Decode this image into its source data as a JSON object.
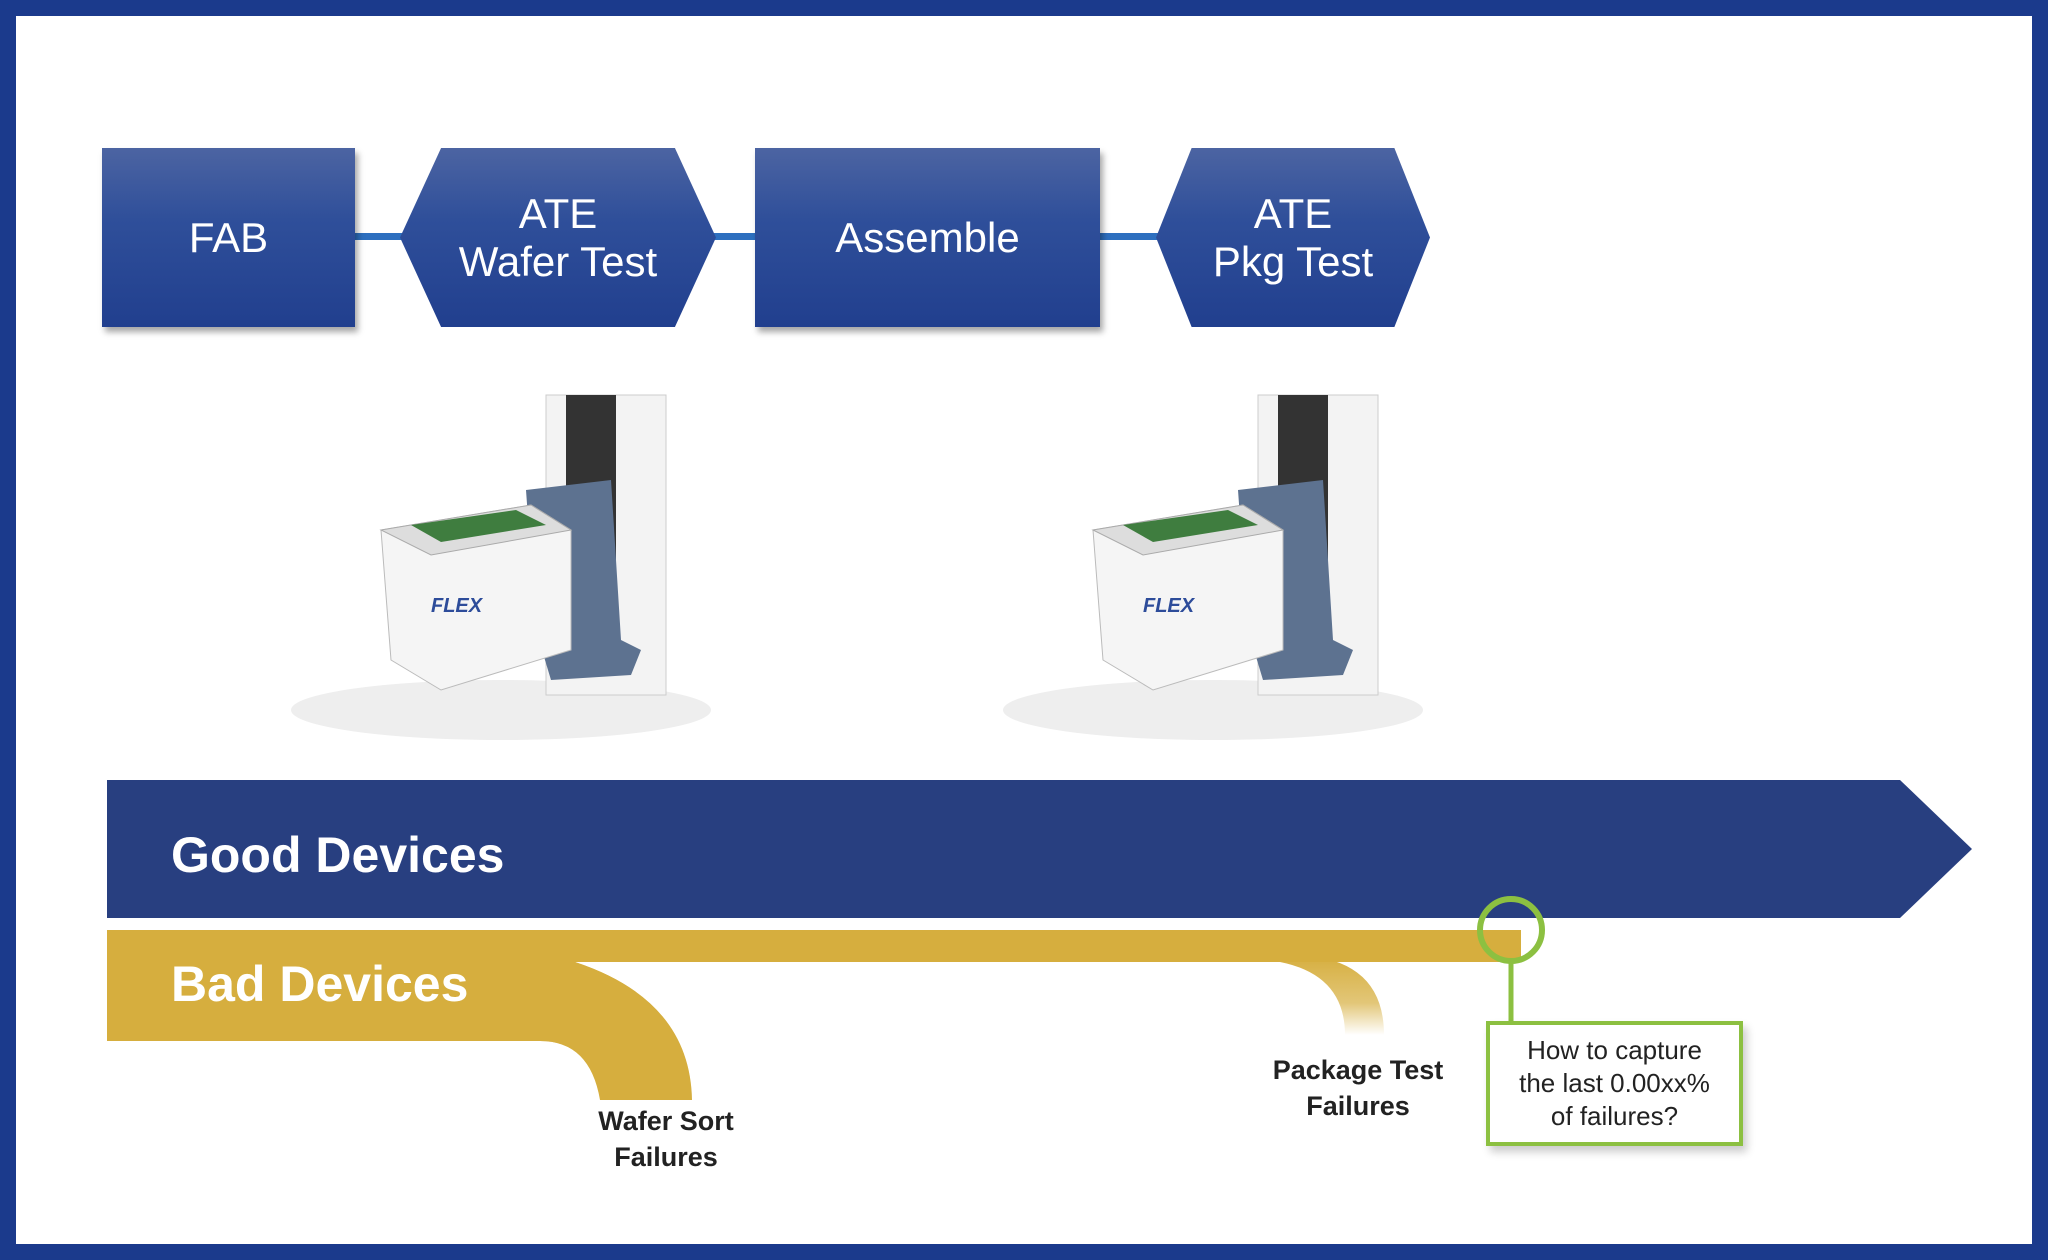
{
  "steps": [
    {
      "line1": "FAB",
      "line2": ""
    },
    {
      "line1": "ATE",
      "line2": "Wafer Test"
    },
    {
      "line1": "Assemble",
      "line2": ""
    },
    {
      "line1": "ATE",
      "line2": "Pkg Test"
    }
  ],
  "machine_brand": "FLEX",
  "flows": {
    "good": "Good Devices",
    "bad": "Bad Devices"
  },
  "failures": {
    "wafer": {
      "line1": "Wafer Sort",
      "line2": "Failures"
    },
    "package": {
      "line1": "Package Test",
      "line2": "Failures"
    }
  },
  "callout": {
    "line1": "How to capture",
    "line2": "the last 0.00xx%",
    "line3": "of failures?"
  },
  "colors": {
    "border": "#1b3a8c",
    "step": "#2f4f9a",
    "good": "#283f80",
    "bad": "#d6ae3e",
    "callout": "#8cc041"
  }
}
